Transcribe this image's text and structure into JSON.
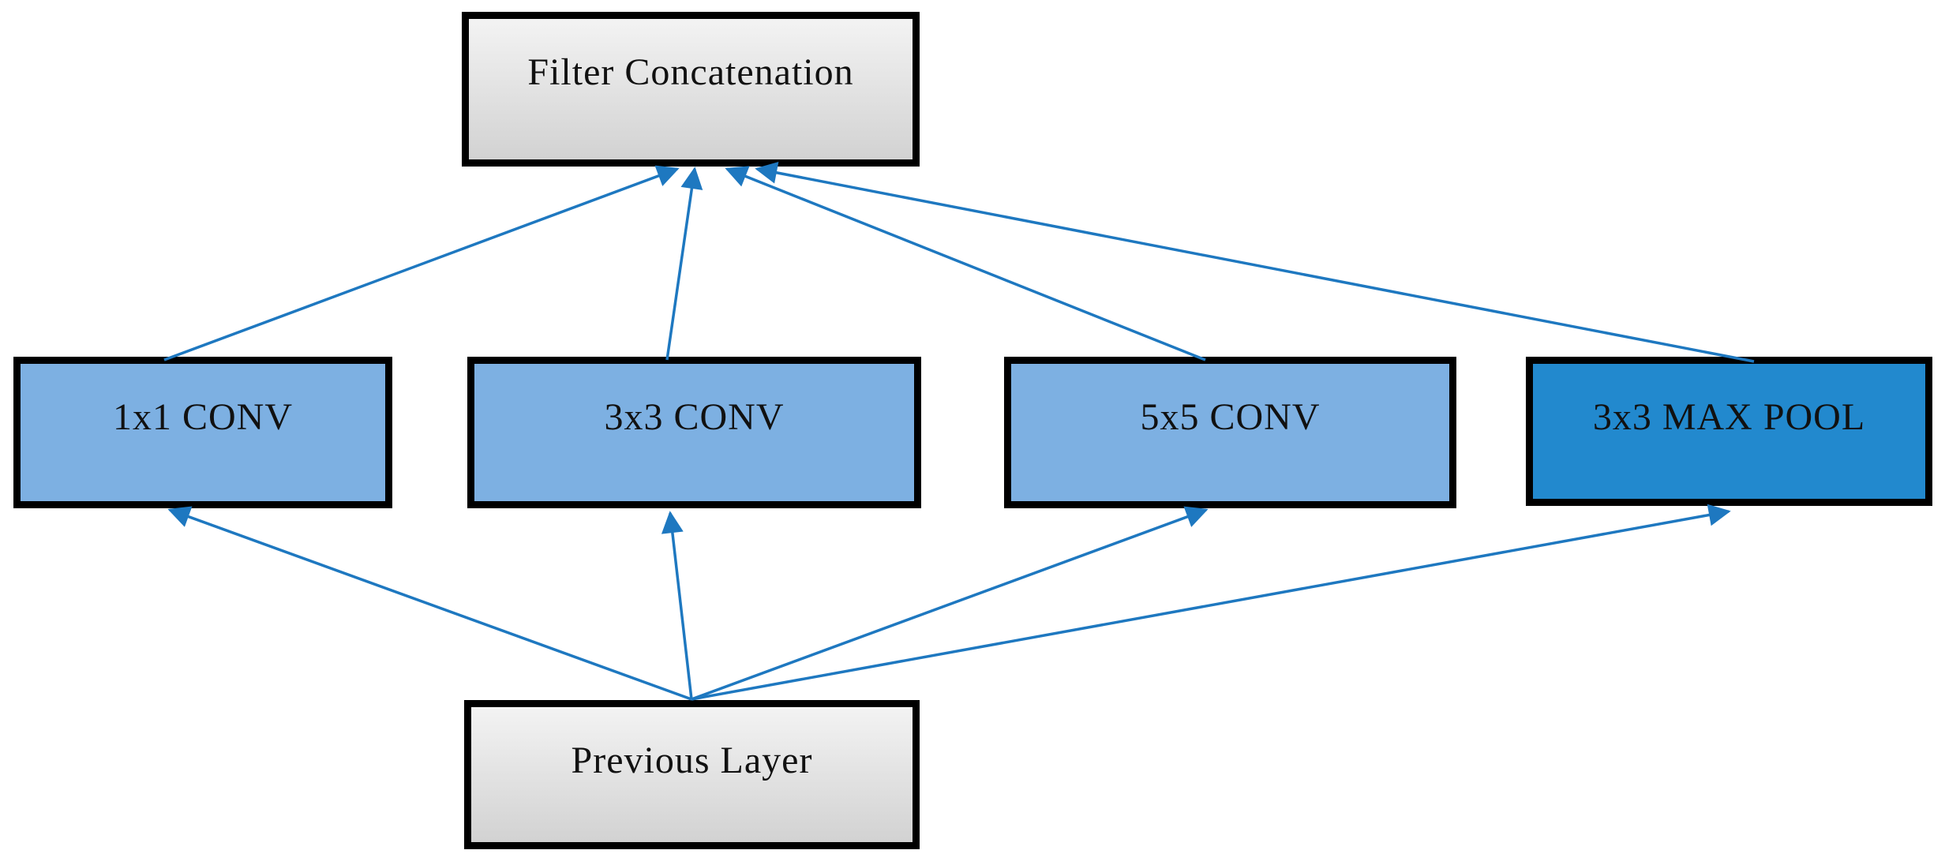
{
  "diagram": {
    "kind": "inception-module-block-diagram",
    "nodes": {
      "filter_concat": {
        "label": "Filter Concatenation",
        "style": "gray-gradient"
      },
      "conv1x1": {
        "label": "1x1 CONV",
        "style": "light-blue"
      },
      "conv3x3": {
        "label": "3x3 CONV",
        "style": "light-blue"
      },
      "conv5x5": {
        "label": "5x5 CONV",
        "style": "light-blue"
      },
      "maxpool3x3": {
        "label": "3x3 MAX POOL",
        "style": "dark-blue"
      },
      "previous": {
        "label": "Previous Layer",
        "style": "gray-gradient"
      }
    },
    "edges": [
      {
        "from": "previous",
        "to": "conv1x1"
      },
      {
        "from": "previous",
        "to": "conv3x3"
      },
      {
        "from": "previous",
        "to": "conv5x5"
      },
      {
        "from": "previous",
        "to": "maxpool3x3"
      },
      {
        "from": "conv1x1",
        "to": "filter_concat"
      },
      {
        "from": "conv3x3",
        "to": "filter_concat"
      },
      {
        "from": "conv5x5",
        "to": "filter_concat"
      },
      {
        "from": "maxpool3x3",
        "to": "filter_concat"
      }
    ]
  },
  "colors": {
    "conv_box_fill": "#7DB0E2",
    "pool_box_fill": "#2289CE",
    "io_box_top": "#F3F3F3",
    "io_box_bottom": "#D2D2D2",
    "border_color": "#000000",
    "arrow_color": "#1E78C0",
    "text_color": "#111111"
  }
}
